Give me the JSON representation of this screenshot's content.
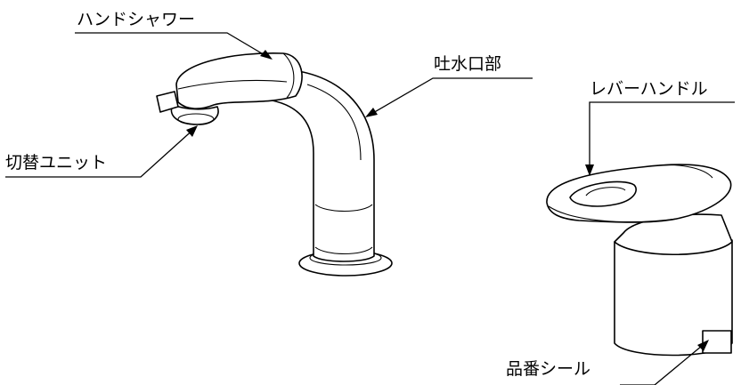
{
  "labels": {
    "hand_shower": "ハンドシャワー",
    "spout": "吐水口部",
    "switch_unit": "切替ユニット",
    "lever_handle": "レバーハンドル",
    "part_number_sticker": "品番シール"
  },
  "colors": {
    "line": "#000000",
    "background": "#ffffff"
  }
}
